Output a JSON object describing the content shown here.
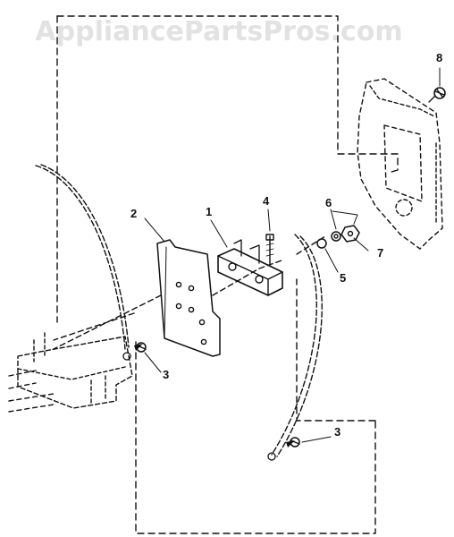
{
  "watermark": "AppliancePartsPros.com",
  "callouts": [
    {
      "id": "c8",
      "label": "8"
    },
    {
      "id": "c2",
      "label": "2"
    },
    {
      "id": "c1",
      "label": "1"
    },
    {
      "id": "c4",
      "label": "4"
    },
    {
      "id": "c6",
      "label": "6"
    },
    {
      "id": "c7",
      "label": "7"
    },
    {
      "id": "c5",
      "label": "5"
    },
    {
      "id": "c3a",
      "label": "3"
    },
    {
      "id": "c3b",
      "label": "3"
    }
  ],
  "colors": {
    "line": "#111111",
    "watermark": "#e2e2e2",
    "background": "#ffffff"
  }
}
